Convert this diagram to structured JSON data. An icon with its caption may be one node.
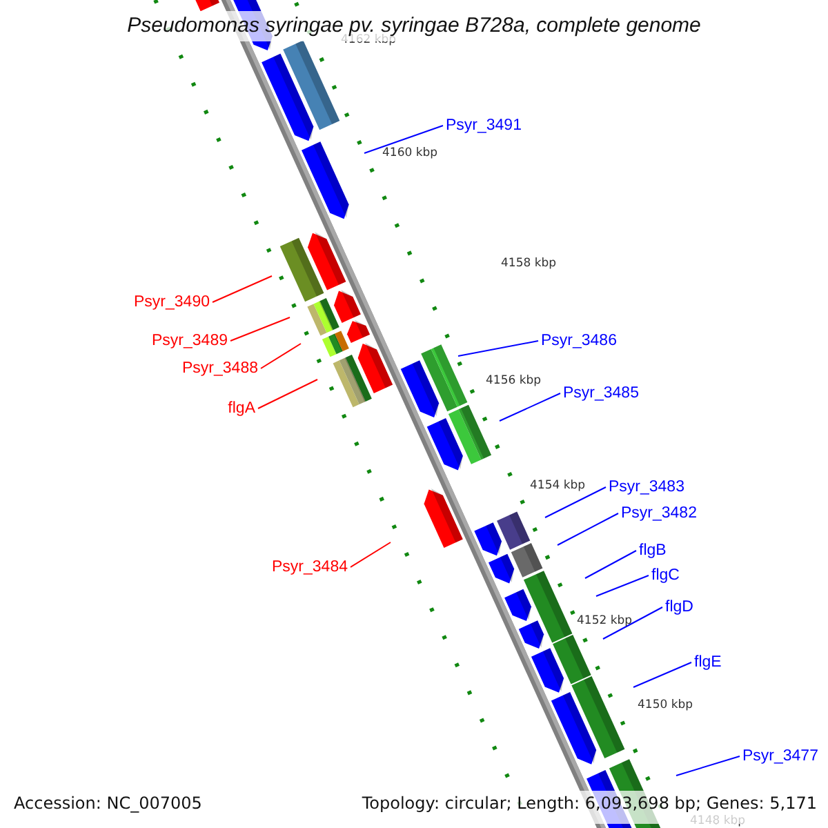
{
  "diagram": {
    "title": "Pseudomonas syringae pv. syringae B728a, complete genome",
    "nodes": [
      {
        "text": [
          "Psyr_3491"
        ]
      },
      {
        "text": [
          "Psyr_3490"
        ]
      },
      {
        "text": [
          "Psyr_3486"
        ]
      },
      {
        "text": [
          "Psyr_3489"
        ]
      },
      {
        "text": [
          "Psyr_3488"
        ]
      },
      {
        "text": [
          "Psyr_3485"
        ]
      },
      {
        "text": [
          "flgA"
        ]
      },
      {
        "text": [
          "Psyr_3483"
        ]
      },
      {
        "text": [
          "Psyr_3482"
        ]
      },
      {
        "text": [
          "flgB"
        ]
      },
      {
        "text": [
          "Psyr_3484"
        ]
      },
      {
        "text": [
          "flgC"
        ]
      },
      {
        "text": [
          "flgD"
        ]
      },
      {
        "text": [
          "flgE"
        ]
      },
      {
        "text": [
          "Psyr_3477"
        ]
      }
    ],
    "edges": [
      {
        "from": 0,
        "to": null,
        "arrow": "none"
      },
      {
        "from": 1,
        "to": null,
        "arrow": "none",
        "color": "#ff0000"
      },
      {
        "from": 2,
        "to": null,
        "arrow": "none"
      },
      {
        "from": 3,
        "to": null,
        "arrow": "none",
        "color": "#ff0000"
      },
      {
        "from": 4,
        "to": null,
        "arrow": "none",
        "color": "#ff0000"
      },
      {
        "from": 5,
        "to": null,
        "arrow": "none"
      },
      {
        "from": 6,
        "to": null,
        "arrow": "none",
        "color": "#ff0000"
      },
      {
        "from": 7,
        "to": null,
        "arrow": "none"
      },
      {
        "from": 8,
        "to": null,
        "arrow": "none"
      },
      {
        "from": 9,
        "to": null,
        "arrow": "none"
      },
      {
        "from": 10,
        "to": null,
        "arrow": "none",
        "color": "#ff0000"
      },
      {
        "from": 11,
        "to": null,
        "arrow": "none"
      },
      {
        "from": 12,
        "to": null,
        "arrow": "none"
      },
      {
        "from": 13,
        "to": null,
        "arrow": "none"
      },
      {
        "from": 14,
        "to": null,
        "arrow": "none"
      }
    ],
    "labels": [
      "4162 kbp",
      "4160 kbp",
      "4158 kbp",
      "4156 kbp",
      "4154 kbp",
      "4152 kbp",
      "4150 kbp",
      "4148 kbp",
      "Accession: NC_007005",
      "Topology: circular; Length: 6,093,698 bp; Genes: 5,171"
    ]
  }
}
